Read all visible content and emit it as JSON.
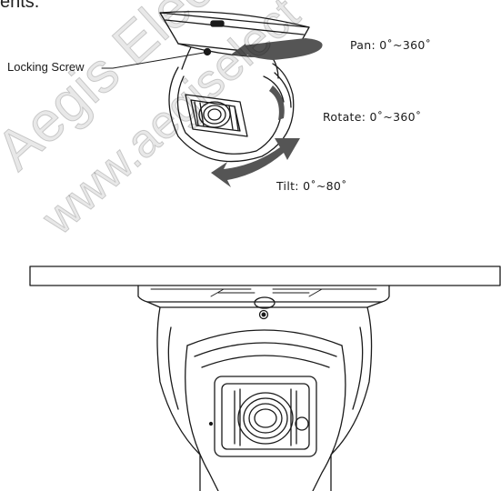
{
  "header_fragment": "ents.",
  "labels": {
    "locking_screw": "Locking Screw",
    "pan": "Pan: 0˚~360˚",
    "rotate": "Rotate: 0˚~360˚",
    "tilt": "Tilt: 0˚~80˚"
  },
  "watermark": {
    "line1": "Aegis Electronic",
    "line2": "www.aegiselect"
  },
  "colors": {
    "line": "#1a1a1a",
    "arrow_fill": "#555555",
    "watermark": "#cccccc"
  }
}
